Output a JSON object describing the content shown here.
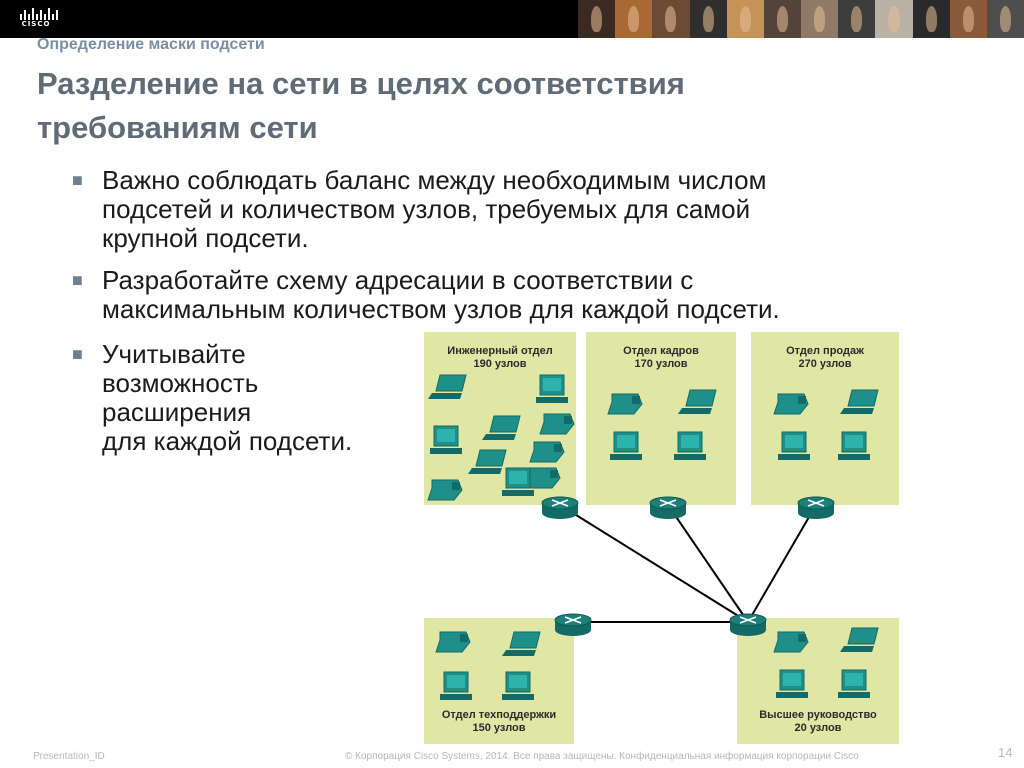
{
  "header": {
    "logo_text": "CISCO",
    "photo_colors": [
      "#3a2a22",
      "#a86a32",
      "#6b4a36",
      "#2f2f2f",
      "#c69258",
      "#54433a",
      "#8e7a66",
      "#3d3d3d",
      "#b9b1a6",
      "#2a2a2a",
      "#8a5a3a",
      "#4e4e4e"
    ]
  },
  "slide": {
    "subtitle": "Определение маски подсети",
    "title_line1": "Разделение на сети в целях соответствия",
    "title_line2": "требованиям сети",
    "bullet_marker": "■",
    "bullets": [
      "Важно соблюдать баланс между необходимым числом\nподсетей и количеством узлов, требуемых для самой\nкрупной подсети.",
      " Разработайте схему адресации в соответствии с\nмаксимальным количеством узлов для каждой подсети.",
      "Учитывайте\nвозможность\nрасширения\nдля каждой подсети."
    ]
  },
  "diagram": {
    "departments": [
      {
        "name": "Инженерный отдел",
        "hosts": "190 узлов"
      },
      {
        "name": "Отдел кадров",
        "hosts": "170 узлов"
      },
      {
        "name": "Отдел продаж",
        "hosts": "270 узлов"
      },
      {
        "name": "Отдел техподдержки",
        "hosts": "150 узлов"
      },
      {
        "name": "Высшее руководство",
        "hosts": "20 узлов"
      }
    ],
    "colors": {
      "panel": "#e0e6a4",
      "device": "#1f8f8a",
      "device_dark": "#136a66",
      "router": "#1c7f7a",
      "link": "#000000"
    },
    "icons": [
      "laptop-icon",
      "desktop-icon",
      "ip-phone-icon",
      "router-icon"
    ]
  },
  "footer": {
    "presentation_id": "Presentation_ID",
    "copyright": "© Корпорация Cisco Systems, 2014. Все права защищены.     Конфиденциальная информация корпорации Cisco",
    "page": "14"
  }
}
